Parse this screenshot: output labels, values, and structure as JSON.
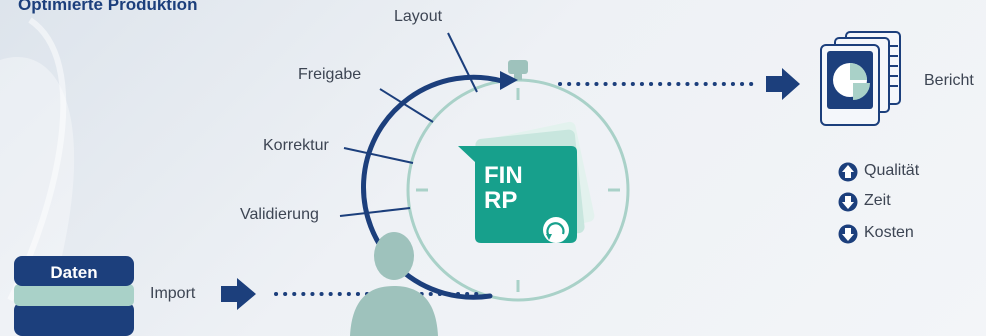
{
  "title": "Optimierte Produktion",
  "labels": {
    "layout": "Layout",
    "freigabe": "Freigabe",
    "korrektur": "Korrektur",
    "validierung": "Validierung",
    "import": "Import",
    "bericht": "Bericht"
  },
  "data_box": {
    "label": "Daten"
  },
  "app": {
    "line1": "FIN",
    "line2": "RP"
  },
  "outcomes": [
    {
      "label": "Qualität",
      "direction": "up"
    },
    {
      "label": "Zeit",
      "direction": "down"
    },
    {
      "label": "Kosten",
      "direction": "down"
    }
  ],
  "colors": {
    "navy": "#1c3f7c",
    "teal": "#17a08c",
    "light_teal": "#a9d1c8",
    "person": "#9ec2bc"
  }
}
